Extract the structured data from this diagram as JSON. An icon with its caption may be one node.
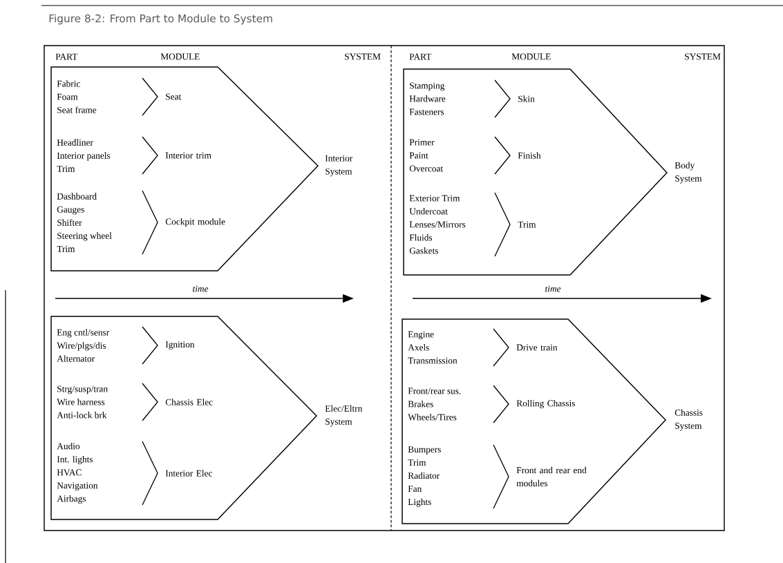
{
  "diagram": {
    "title": "Figure 8-2: From Part to Module to System",
    "nodes": [
      {
        "text": [],
        "shape": "pentagon",
        "beside": [
          "Interior System"
        ]
      },
      {
        "text": [
          "Fabric",
          "Foam",
          "Seat frame"
        ],
        "in": 0
      },
      {
        "text": [
          "Seat"
        ],
        "in": 0
      },
      {
        "text": [
          "Headliner",
          "Interior panels",
          "Trim"
        ],
        "in": 0
      },
      {
        "text": [
          "Interior trim"
        ],
        "in": 0
      },
      {
        "text": [
          "Dashboard",
          "Gauges",
          "Shifter",
          "Steering wheel",
          "Trim"
        ],
        "in": 0
      },
      {
        "text": [
          "Cockpit module"
        ],
        "in": 0
      },
      {
        "text": [],
        "shape": "pentagon",
        "beside": [
          "Body System"
        ]
      },
      {
        "text": [
          "Stamping",
          "Hardware",
          "Fasteners"
        ],
        "in": 7
      },
      {
        "text": [
          "Skin"
        ],
        "in": 7
      },
      {
        "text": [
          "Primer",
          "Paint",
          "Overcoat"
        ],
        "in": 7
      },
      {
        "text": [
          "Finish"
        ],
        "in": 7
      },
      {
        "text": [
          "Exterior Trim",
          "Undercoat",
          "Lenses/Mirrors",
          "Fluids",
          "Gaskets"
        ],
        "in": 7
      },
      {
        "text": [
          "Trim"
        ],
        "in": 7
      },
      {
        "text": [],
        "shape": "pentagon",
        "beside": [
          "Elec/Eltrn System"
        ]
      },
      {
        "text": [
          "Eng cntl/sensr",
          "Wire/plgs/dis",
          "Alternator"
        ],
        "in": 14
      },
      {
        "text": [
          "Ignition"
        ],
        "in": 14
      },
      {
        "text": [
          "Strg/susp/tran",
          "Wire harness",
          "Anti-lock brk"
        ],
        "in": 14
      },
      {
        "text": [
          "Chassis Elec"
        ],
        "in": 14
      },
      {
        "text": [
          "Audio",
          "Int. lights",
          "HVAC",
          "Navigation",
          "Airbags"
        ],
        "in": 14
      },
      {
        "text": [
          "Interior Elec"
        ],
        "in": 14
      },
      {
        "text": [],
        "shape": "pentagon",
        "beside": [
          "Chassis System"
        ]
      },
      {
        "text": [
          "Engine",
          "Axels",
          "Transmission"
        ],
        "in": 21
      },
      {
        "text": [
          "Drive train"
        ],
        "in": 21
      },
      {
        "text": [
          "Front/rear sus.",
          "Brakes",
          "Wheels/Tires"
        ],
        "in": 21
      },
      {
        "text": [
          "Rolling Chassis"
        ],
        "in": 21
      },
      {
        "text": [
          "Bumpers",
          "Trim",
          "Radiator",
          "Fan",
          "Lights"
        ],
        "in": 21
      },
      {
        "text": [
          "Front and rear end modules"
        ],
        "in": 21
      }
    ],
    "labels": [
      "PART",
      "MODULE",
      "SYSTEM",
      "PART",
      "MODULE",
      "SYSTEM",
      "time",
      "time"
    ]
  }
}
